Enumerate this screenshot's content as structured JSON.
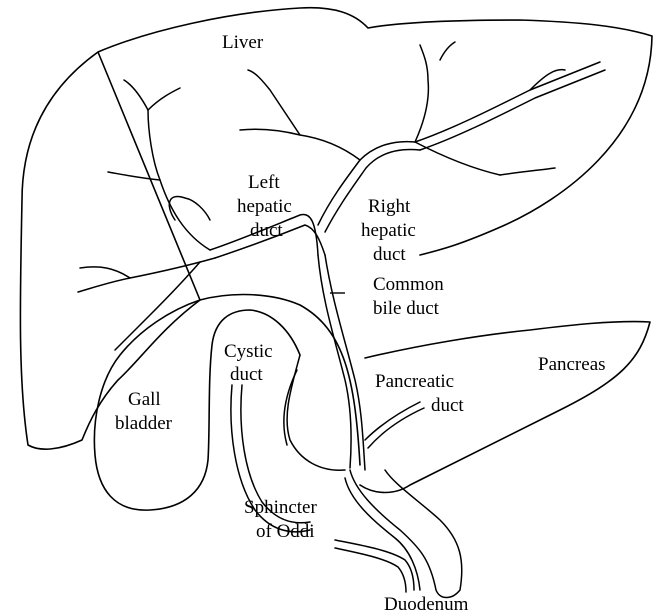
{
  "diagram": {
    "labels": {
      "liver": "Liver",
      "left_hepatic_duct": [
        "Left",
        "hepatic",
        "duct"
      ],
      "right_hepatic_duct": [
        "Right",
        "hepatic",
        "duct"
      ],
      "common_bile_duct": [
        "Common",
        "bile duct"
      ],
      "cystic_duct": [
        "Cystic",
        "duct"
      ],
      "gall_bladder": [
        "Gall",
        "bladder"
      ],
      "pancreas": "Pancreas",
      "pancreatic_duct": [
        "Pancreatic",
        "duct"
      ],
      "sphincter_of_oddi": [
        "Sphincter",
        "of Oddi"
      ],
      "duodenum": "Duodenum"
    }
  }
}
